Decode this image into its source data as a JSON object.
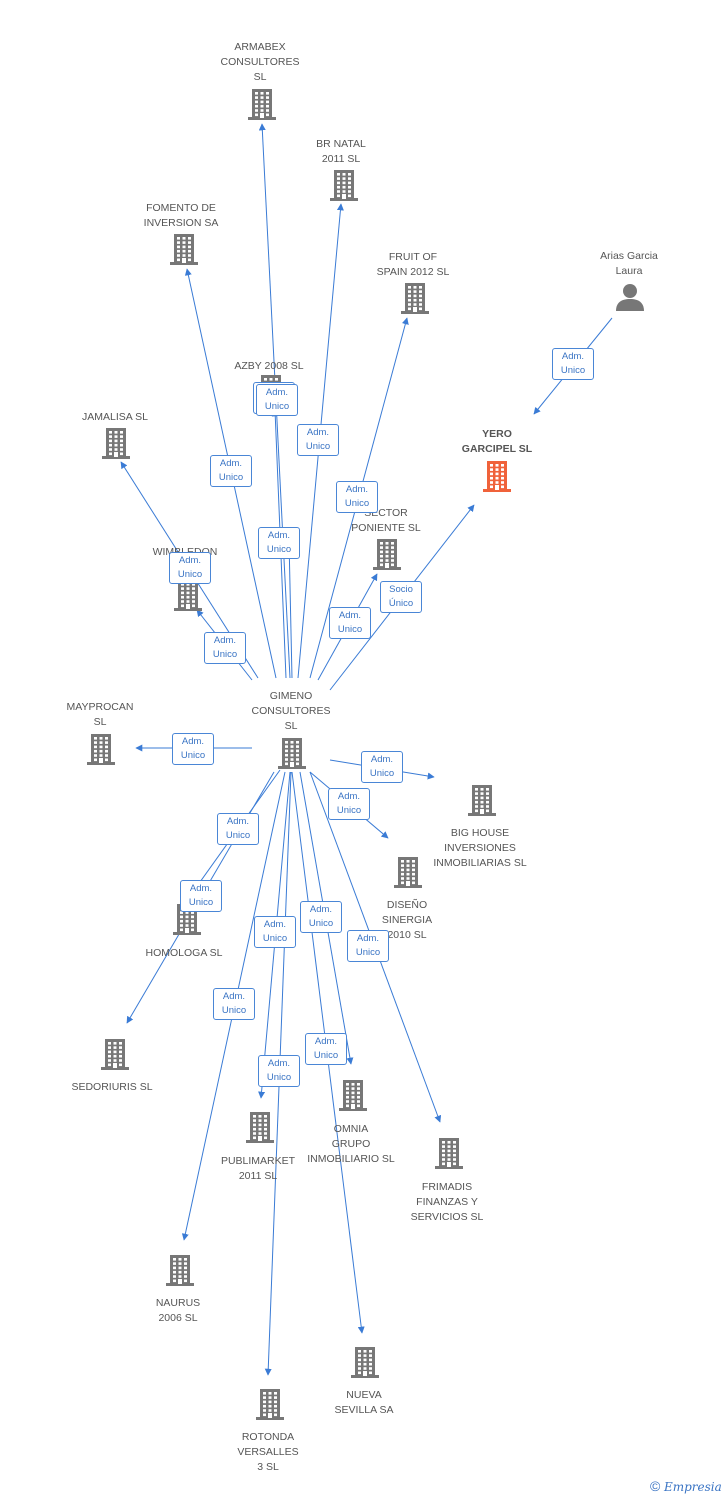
{
  "colors": {
    "edge": "#3a7bd5",
    "building": "#777777",
    "target": "#f0623a",
    "person": "#777777"
  },
  "nodes": [
    {
      "id": "gimeno",
      "label": "GIMENO\nCONSULTORES\nSL",
      "icon": "building-icon"
    },
    {
      "id": "armabex",
      "label": "ARMABEX\nCONSULTORES\nSL",
      "icon": "building-icon"
    },
    {
      "id": "brnatal",
      "label": "BR NATAL\n2011 SL",
      "icon": "building-icon"
    },
    {
      "id": "fomento",
      "label": "FOMENTO DE\nINVERSION SA",
      "icon": "building-icon"
    },
    {
      "id": "fruit",
      "label": "FRUIT OF\nSPAIN 2012  SL",
      "icon": "building-icon"
    },
    {
      "id": "arias",
      "label": "Arias Garcia\nLaura",
      "icon": "person-icon"
    },
    {
      "id": "azby",
      "label": "AZBY 2008 SL",
      "icon": "building-icon"
    },
    {
      "id": "jamalisa",
      "label": "JAMALISA SL",
      "icon": "building-icon"
    },
    {
      "id": "yero",
      "label": "YERO\nGARCIPEL SL",
      "icon": "building-icon",
      "target": true
    },
    {
      "id": "poniente",
      "label": "SECTOR\nPONIENTE SL",
      "icon": "building-icon"
    },
    {
      "id": "wimbledon",
      "label": "WIMBLEDON",
      "icon": "building-icon"
    },
    {
      "id": "mayprocan",
      "label": "MAYPROCAN\nSL",
      "icon": "building-icon"
    },
    {
      "id": "bighouse",
      "label": "BIG HOUSE\nINVERSIONES\nINMOBILIARIAS SL",
      "icon": "building-icon"
    },
    {
      "id": "disenio",
      "label": "DISEÑO\nSINERGIA\n2010 SL",
      "icon": "building-icon"
    },
    {
      "id": "homologa",
      "label": "HOMOLOGA SL",
      "icon": "building-icon"
    },
    {
      "id": "sedoriuris",
      "label": "SEDORIURIS SL",
      "icon": "building-icon"
    },
    {
      "id": "omnia",
      "label": "OMNIA\nGRUPO\nINMOBILIARIO SL",
      "icon": "building-icon"
    },
    {
      "id": "publimarket",
      "label": "PUBLIMARKET\n2011  SL",
      "icon": "building-icon"
    },
    {
      "id": "frimadis",
      "label": "FRIMADIS\nFINANZAS Y\nSERVICIOS SL",
      "icon": "building-icon"
    },
    {
      "id": "naurus",
      "label": "NAURUS\n2006 SL",
      "icon": "building-icon"
    },
    {
      "id": "nuevasevilla",
      "label": "NUEVA\nSEVILLA SA",
      "icon": "building-icon"
    },
    {
      "id": "rotonda",
      "label": "ROTONDA\nVERSALLES\n3 SL",
      "icon": "building-icon"
    }
  ],
  "edges": [
    {
      "from": "gimeno",
      "to": "armabex",
      "label": "Adm.\nUnico"
    },
    {
      "from": "gimeno",
      "to": "brnatal",
      "label": "Adm.\nUnico"
    },
    {
      "from": "gimeno",
      "to": "fomento",
      "label": "Adm.\nUnico"
    },
    {
      "from": "gimeno",
      "to": "fruit",
      "label": "Adm.\nUnico"
    },
    {
      "from": "gimeno",
      "to": "azby",
      "label": "Adm.\nUnico"
    },
    {
      "from": "gimeno",
      "to": "azby",
      "label": "Adm.\nUnico"
    },
    {
      "from": "gimeno",
      "to": "jamalisa",
      "label": "Adm.\nUnico"
    },
    {
      "from": "gimeno",
      "to": "wimbledon",
      "label": "Adm.\nUnico"
    },
    {
      "from": "gimeno",
      "to": "poniente",
      "label": "Adm.\nUnico"
    },
    {
      "from": "gimeno",
      "to": "yero",
      "label": "Socio\nÚnico"
    },
    {
      "from": "arias",
      "to": "yero",
      "label": "Adm.\nUnico"
    },
    {
      "from": "gimeno",
      "to": "mayprocan",
      "label": "Adm.\nUnico"
    },
    {
      "from": "gimeno",
      "to": "bighouse",
      "label": "Adm.\nUnico"
    },
    {
      "from": "gimeno",
      "to": "disenio",
      "label": "Adm.\nUnico"
    },
    {
      "from": "gimeno",
      "to": "homologa",
      "label": "Adm.\nUnico"
    },
    {
      "from": "gimeno",
      "to": "sedoriuris",
      "label": "Adm.\nUnico"
    },
    {
      "from": "gimeno",
      "to": "publimarket",
      "label": "Adm.\nUnico"
    },
    {
      "from": "gimeno",
      "to": "omnia",
      "label": "Adm.\nUnico"
    },
    {
      "from": "gimeno",
      "to": "frimadis",
      "label": "Adm.\nUnico"
    },
    {
      "from": "gimeno",
      "to": "naurus",
      "label": "Adm.\nUnico"
    },
    {
      "from": "gimeno",
      "to": "nuevasevilla",
      "label": "Adm.\nUnico"
    },
    {
      "from": "gimeno",
      "to": "rotonda",
      "label": "Adm.\nUnico"
    }
  ],
  "footer": {
    "copyright": "©",
    "brand": "Empresia"
  }
}
